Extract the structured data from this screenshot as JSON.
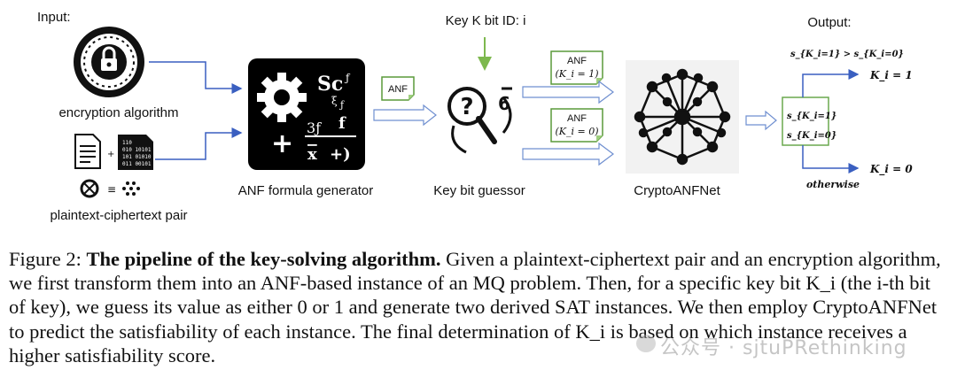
{
  "diagram": {
    "input_label": "Input:",
    "output_label": "Output:",
    "encryption_label": "encryption algorithm",
    "pair_label": "plaintext-ciphertext pair",
    "anf_generator_label": "ANF formula generator",
    "key_bit_id_label": "Key K bit ID: i",
    "key_bit_guesser_label": "Key bit guessor",
    "cryptoanfnet_label": "CryptoANFNet",
    "anf_label": "ANF",
    "anf_ki1_top": "ANF",
    "anf_ki1_bottom": "(K_i = 1)",
    "anf_ki0_top": "ANF",
    "anf_ki0_bottom": "(K_i = 0)",
    "score_condition": "s_{K_i=1} > s_{K_i=0}",
    "score_top": "s_{K_i=1}",
    "score_bottom": "s_{K_i=0}",
    "result_one": "K_i = 1",
    "result_zero": "K_i = 0",
    "otherwise_label": "otherwise",
    "formula_glyphs": [
      "Sc",
      "ƒ",
      "ξ",
      "ƒ",
      "3ƒ",
      "f",
      "x",
      "+)"
    ]
  },
  "caption": {
    "figure_number": "Figure 2:",
    "title": "The pipeline of the key-solving algorithm.",
    "body": "Given a plaintext-ciphertext pair and an encryption algorithm, we first transform them into an ANF-based instance of an MQ problem. Then, for a specific key bit K_i (the i-th bit of key), we guess its value as either 0 or 1 and generate two derived SAT instances. We then employ CryptoANFNet to predict the satisfiability of each instance. The final determination of K_i is based on which instance receives a higher satisfiability score."
  },
  "watermark": "公众号 · sjtuPRethinking",
  "colors": {
    "arrow_blue": "#3a5fc0",
    "arrow_green": "#7db84e",
    "note_green_border": "#5a9a3a",
    "box_black": "#000000",
    "score_box_green": "#6aa84f"
  }
}
